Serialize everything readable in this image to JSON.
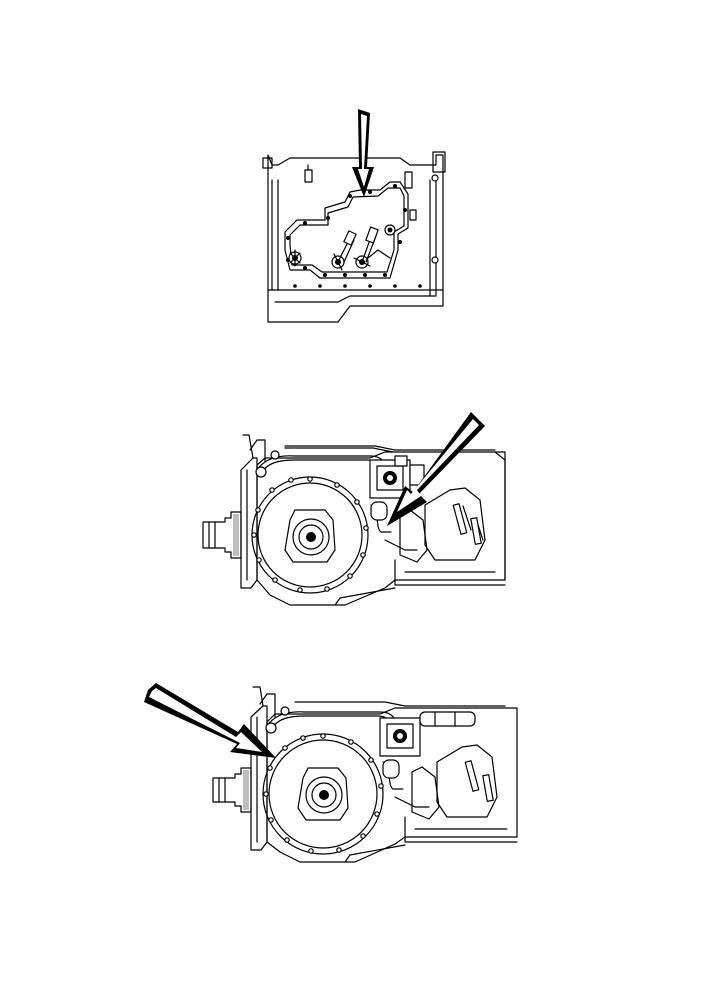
{
  "document": {
    "kind": "technical-illustration",
    "views": [
      {
        "id": "top",
        "subject": "transmission-housing-side-view",
        "pointer": "arrow-down"
      },
      {
        "id": "middle",
        "subject": "transmission-rear-view",
        "pointer": "arrow-down-left"
      },
      {
        "id": "bottom",
        "subject": "transmission-rear-view",
        "pointer": "arrow-down-right"
      }
    ]
  },
  "colors": {
    "line": "#000000",
    "background": "#ffffff",
    "shade": "#bdbdbd"
  }
}
